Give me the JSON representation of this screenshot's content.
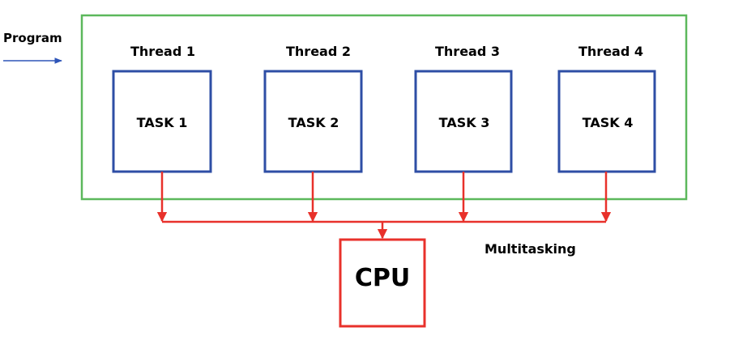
{
  "program_label": "Program",
  "threads": [
    {
      "thread_label": "Thread 1",
      "task_label": "TASK 1"
    },
    {
      "thread_label": "Thread 2",
      "task_label": "TASK 2"
    },
    {
      "thread_label": "Thread 3",
      "task_label": "TASK 3"
    },
    {
      "thread_label": "Thread 4",
      "task_label": "TASK 4"
    }
  ],
  "cpu_label": "CPU",
  "multitasking_label": "Multitasking",
  "colors": {
    "program_border": "#5cb85c",
    "task_border": "#2e4ea5",
    "connector": "#e8312b",
    "program_arrow": "#2e55b8"
  }
}
